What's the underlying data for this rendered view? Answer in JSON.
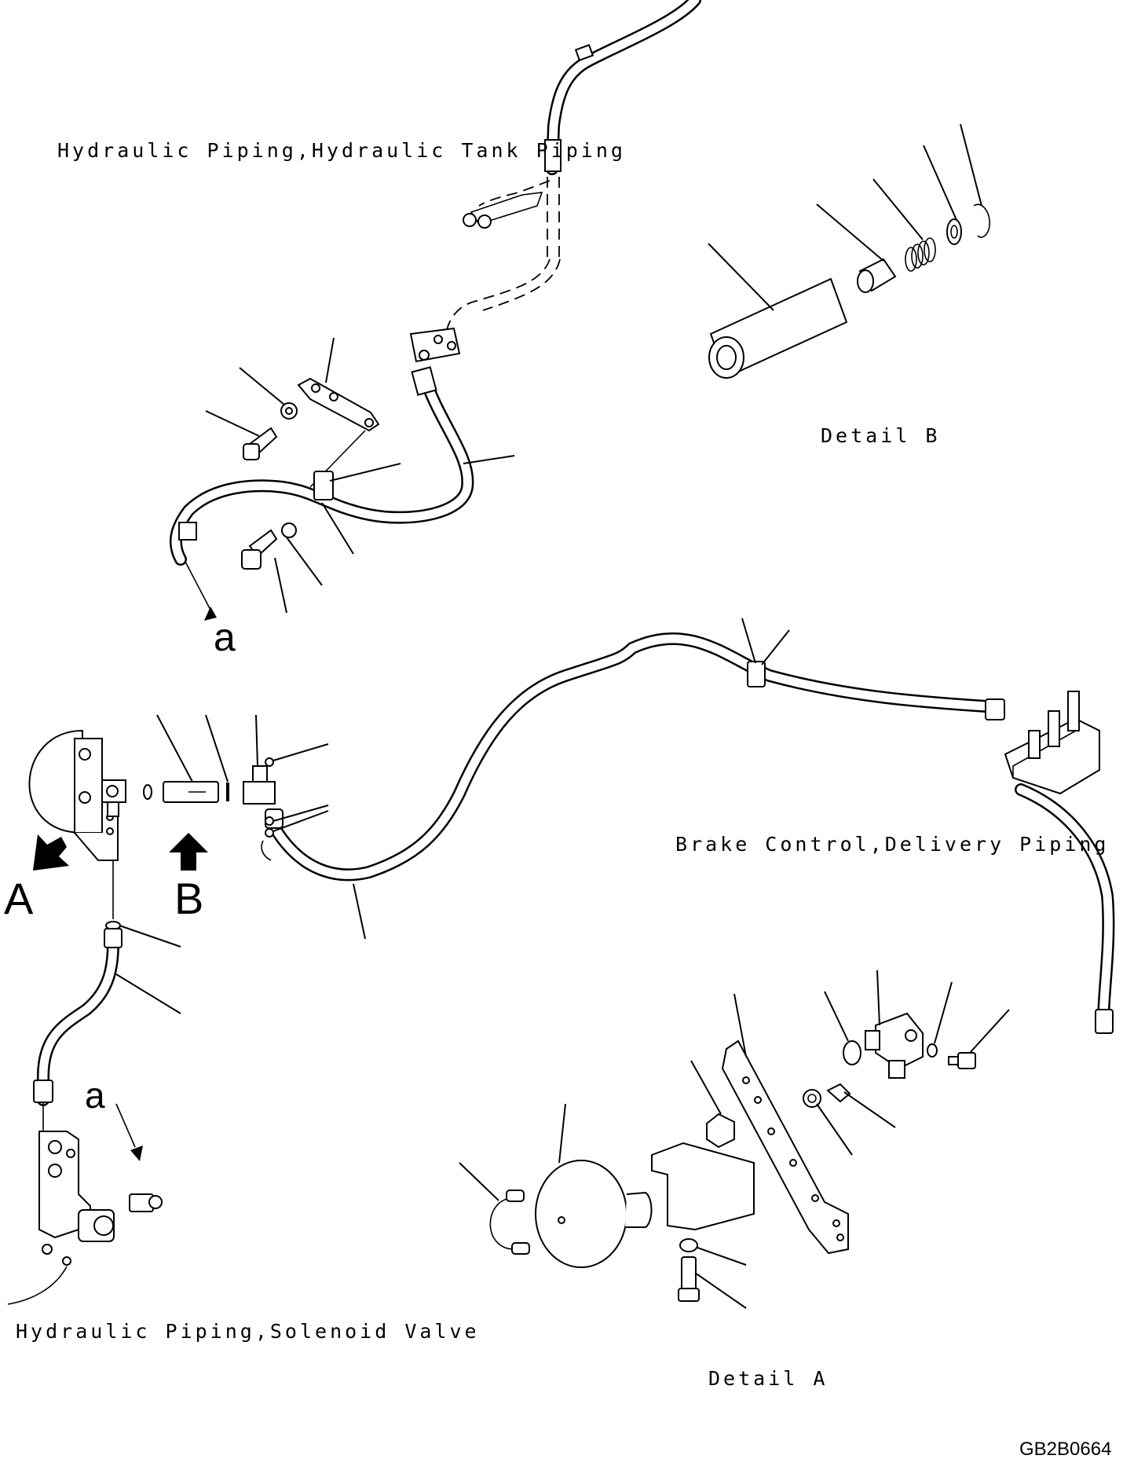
{
  "labels": {
    "tank_piping": "Hydraulic Piping,Hydraulic Tank Piping",
    "detail_b": "Detail B",
    "brake_piping": "Brake Control,Delivery Piping",
    "solenoid_piping": "Hydraulic Piping,Solenoid Valve",
    "detail_a": "Detail A",
    "drawing_code": "GB2B0664"
  },
  "markers": {
    "view_a": "A",
    "view_b": "B",
    "ref_a_top": "a",
    "ref_a_bottom": "a"
  }
}
